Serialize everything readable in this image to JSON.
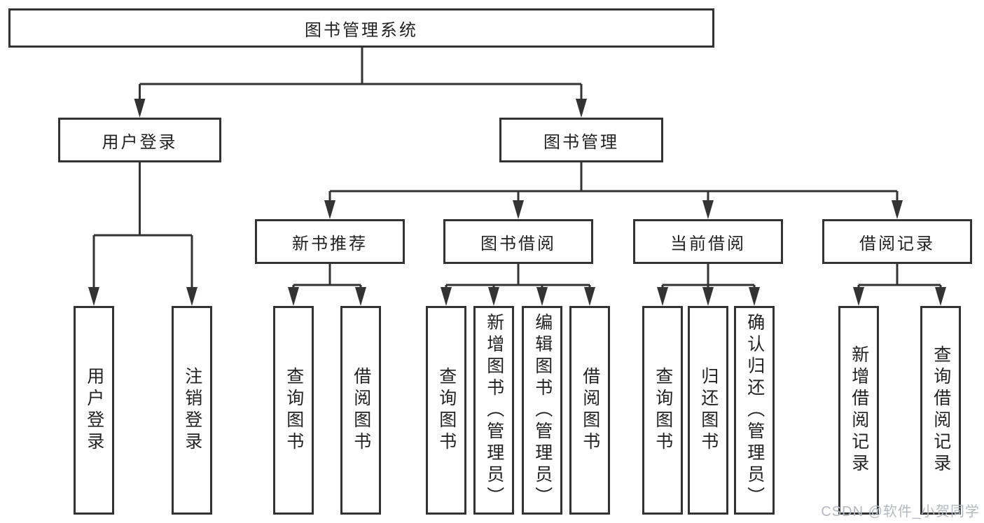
{
  "diagram": {
    "root": {
      "label": "图书管理系统"
    },
    "branches": [
      {
        "label": "用户登录",
        "children": [
          {
            "label": "用户登录"
          },
          {
            "label": "注销登录"
          }
        ]
      },
      {
        "label": "图书管理",
        "children": [
          {
            "label": "新书推荐",
            "children": [
              {
                "label": "查询图书"
              },
              {
                "label": "借阅图书"
              }
            ]
          },
          {
            "label": "图书借阅",
            "children": [
              {
                "label": "查询图书"
              },
              {
                "label": "新增图书（管理员）"
              },
              {
                "label": "编辑图书（管理员）"
              },
              {
                "label": "借阅图书"
              }
            ]
          },
          {
            "label": "当前借阅",
            "children": [
              {
                "label": "查询图书"
              },
              {
                "label": "归还图书"
              },
              {
                "label": "确认归还（管理员）"
              }
            ]
          },
          {
            "label": "借阅记录",
            "children": [
              {
                "label": "新增借阅记录"
              },
              {
                "label": "查询借阅记录"
              }
            ]
          }
        ]
      }
    ]
  },
  "watermark": {
    "text": "CSDN @软件_小贺同学"
  },
  "colors": {
    "line": "#333333",
    "text": "#222222",
    "background": "#ffffff",
    "watermark": "#b5b9bf"
  }
}
